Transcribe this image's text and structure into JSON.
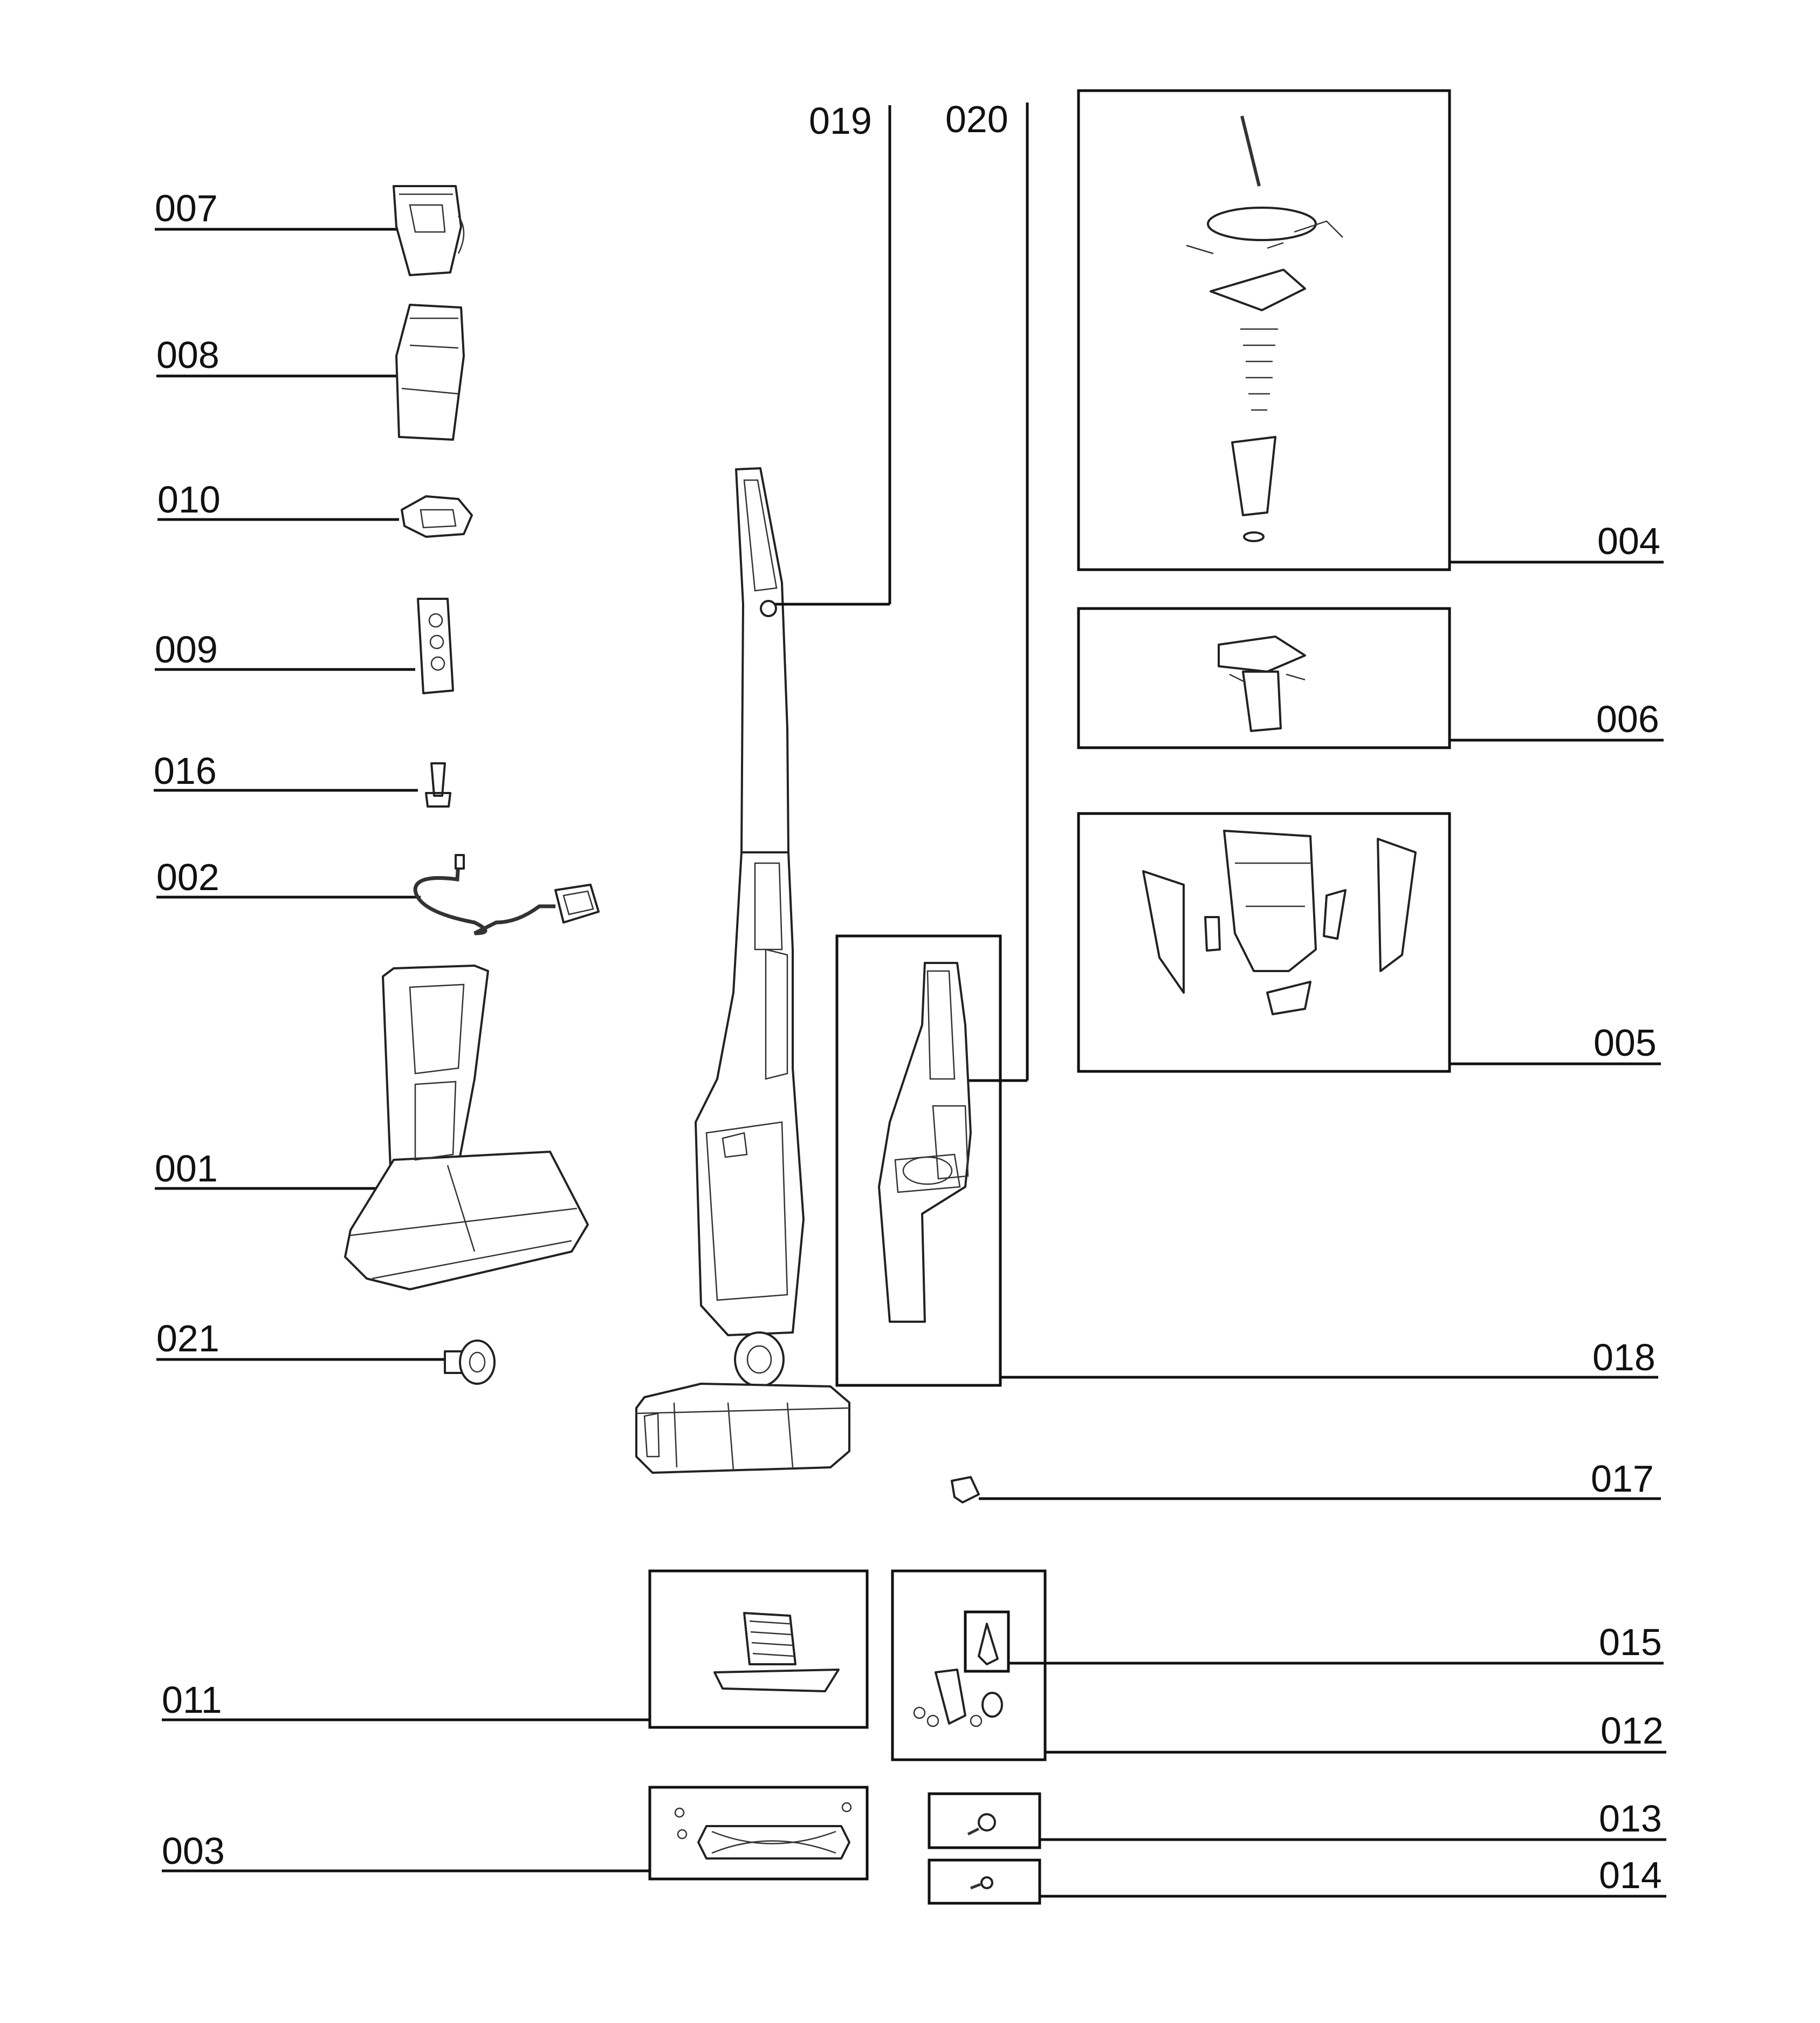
{
  "labels": {
    "p001": "001",
    "p002": "002",
    "p003": "003",
    "p004": "004",
    "p005": "005",
    "p006": "006",
    "p007": "007",
    "p008": "008",
    "p009": "009",
    "p010": "010",
    "p011": "011",
    "p012": "012",
    "p013": "013",
    "p014": "014",
    "p015": "015",
    "p016": "016",
    "p017": "017",
    "p018": "018",
    "p019": "019",
    "p020": "020",
    "p021": "021"
  }
}
